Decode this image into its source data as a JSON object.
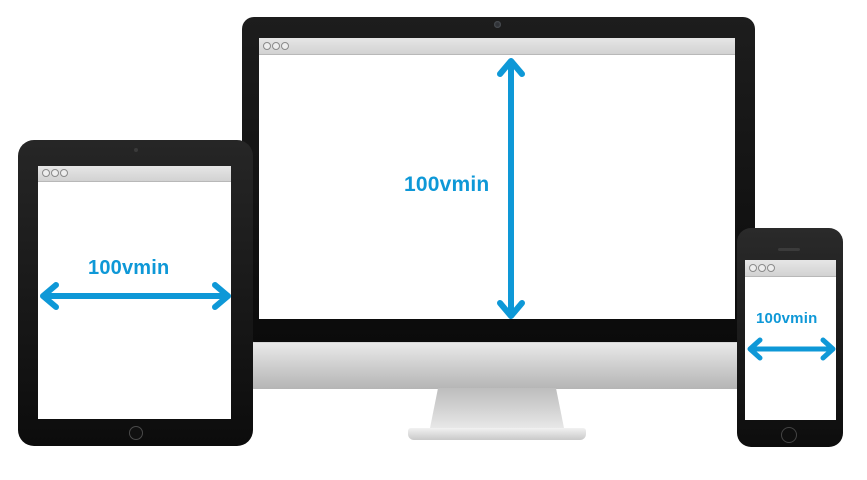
{
  "devices": {
    "monitor": {
      "label": "100vmin"
    },
    "tablet": {
      "label": "100vmin"
    },
    "phone": {
      "label": "100vmin"
    }
  },
  "colors": {
    "accent": "#0e98d7",
    "bezel": "#111111",
    "screen": "#ffffff",
    "chrome": "#dcdcdc"
  }
}
